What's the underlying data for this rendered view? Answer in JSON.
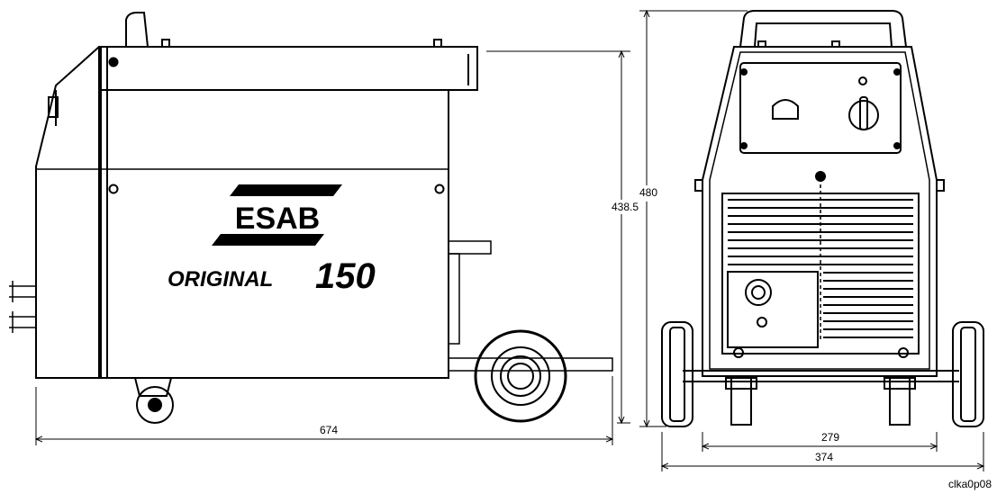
{
  "brand": {
    "logo_text": "ESAB",
    "model_prefix": "ORIGINAL",
    "model_number": "150"
  },
  "dimensions": {
    "side_length": "674",
    "side_height": "438.5",
    "front_height": "480",
    "front_wheel_inner": "279",
    "front_width": "374"
  },
  "drawing_ref": "clka0p08"
}
